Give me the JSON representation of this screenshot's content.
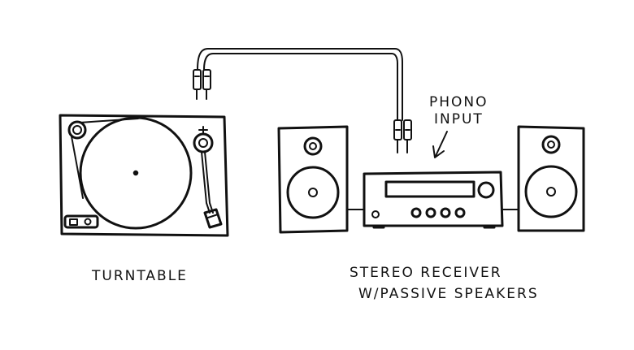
{
  "labels": {
    "turntable": "TURNTABLE",
    "receiver_line1": "STEREO RECEIVER",
    "receiver_line2": "W/PASSIVE SPEAKERS",
    "phono_line1": "PHONO",
    "phono_line2": "INPUT"
  },
  "colors": {
    "ink": "#111111",
    "paper": "#ffffff"
  }
}
